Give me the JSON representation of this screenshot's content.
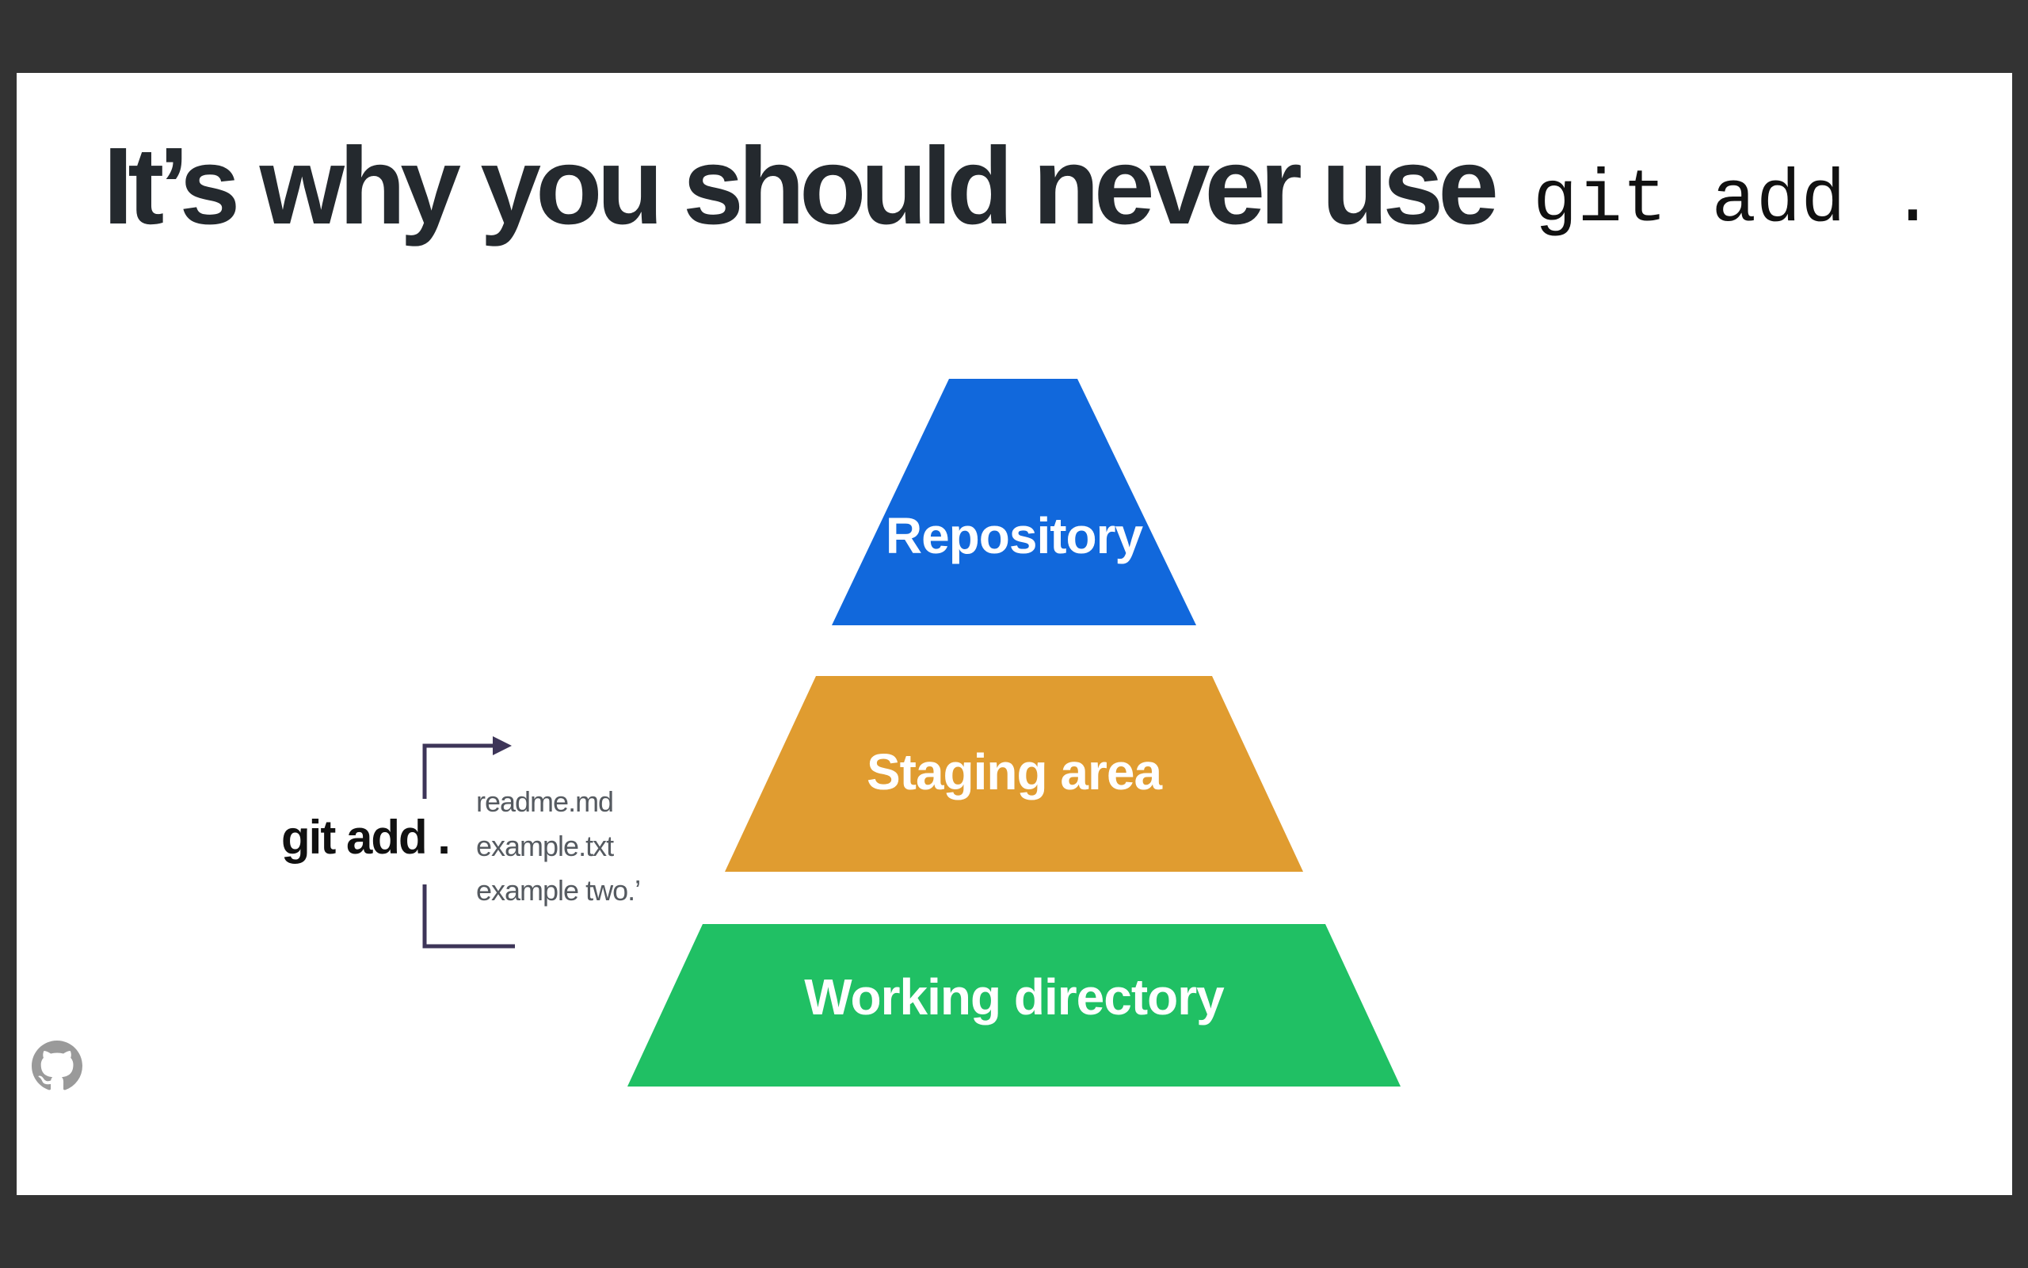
{
  "slide": {
    "title_text": "It’s why you should never use",
    "title_code": "git add ."
  },
  "diagram": {
    "tiers": [
      {
        "label": "Repository",
        "color": "#1168dc"
      },
      {
        "label": "Staging area",
        "color": "#e09c30"
      },
      {
        "label": "Working directory",
        "color": "#20c064"
      }
    ],
    "command": "git add .",
    "files": [
      "readme.md",
      "example.txt",
      "example two.’"
    ],
    "bracket_color": "#3d3558"
  },
  "footer": {
    "icon": "github-icon"
  }
}
